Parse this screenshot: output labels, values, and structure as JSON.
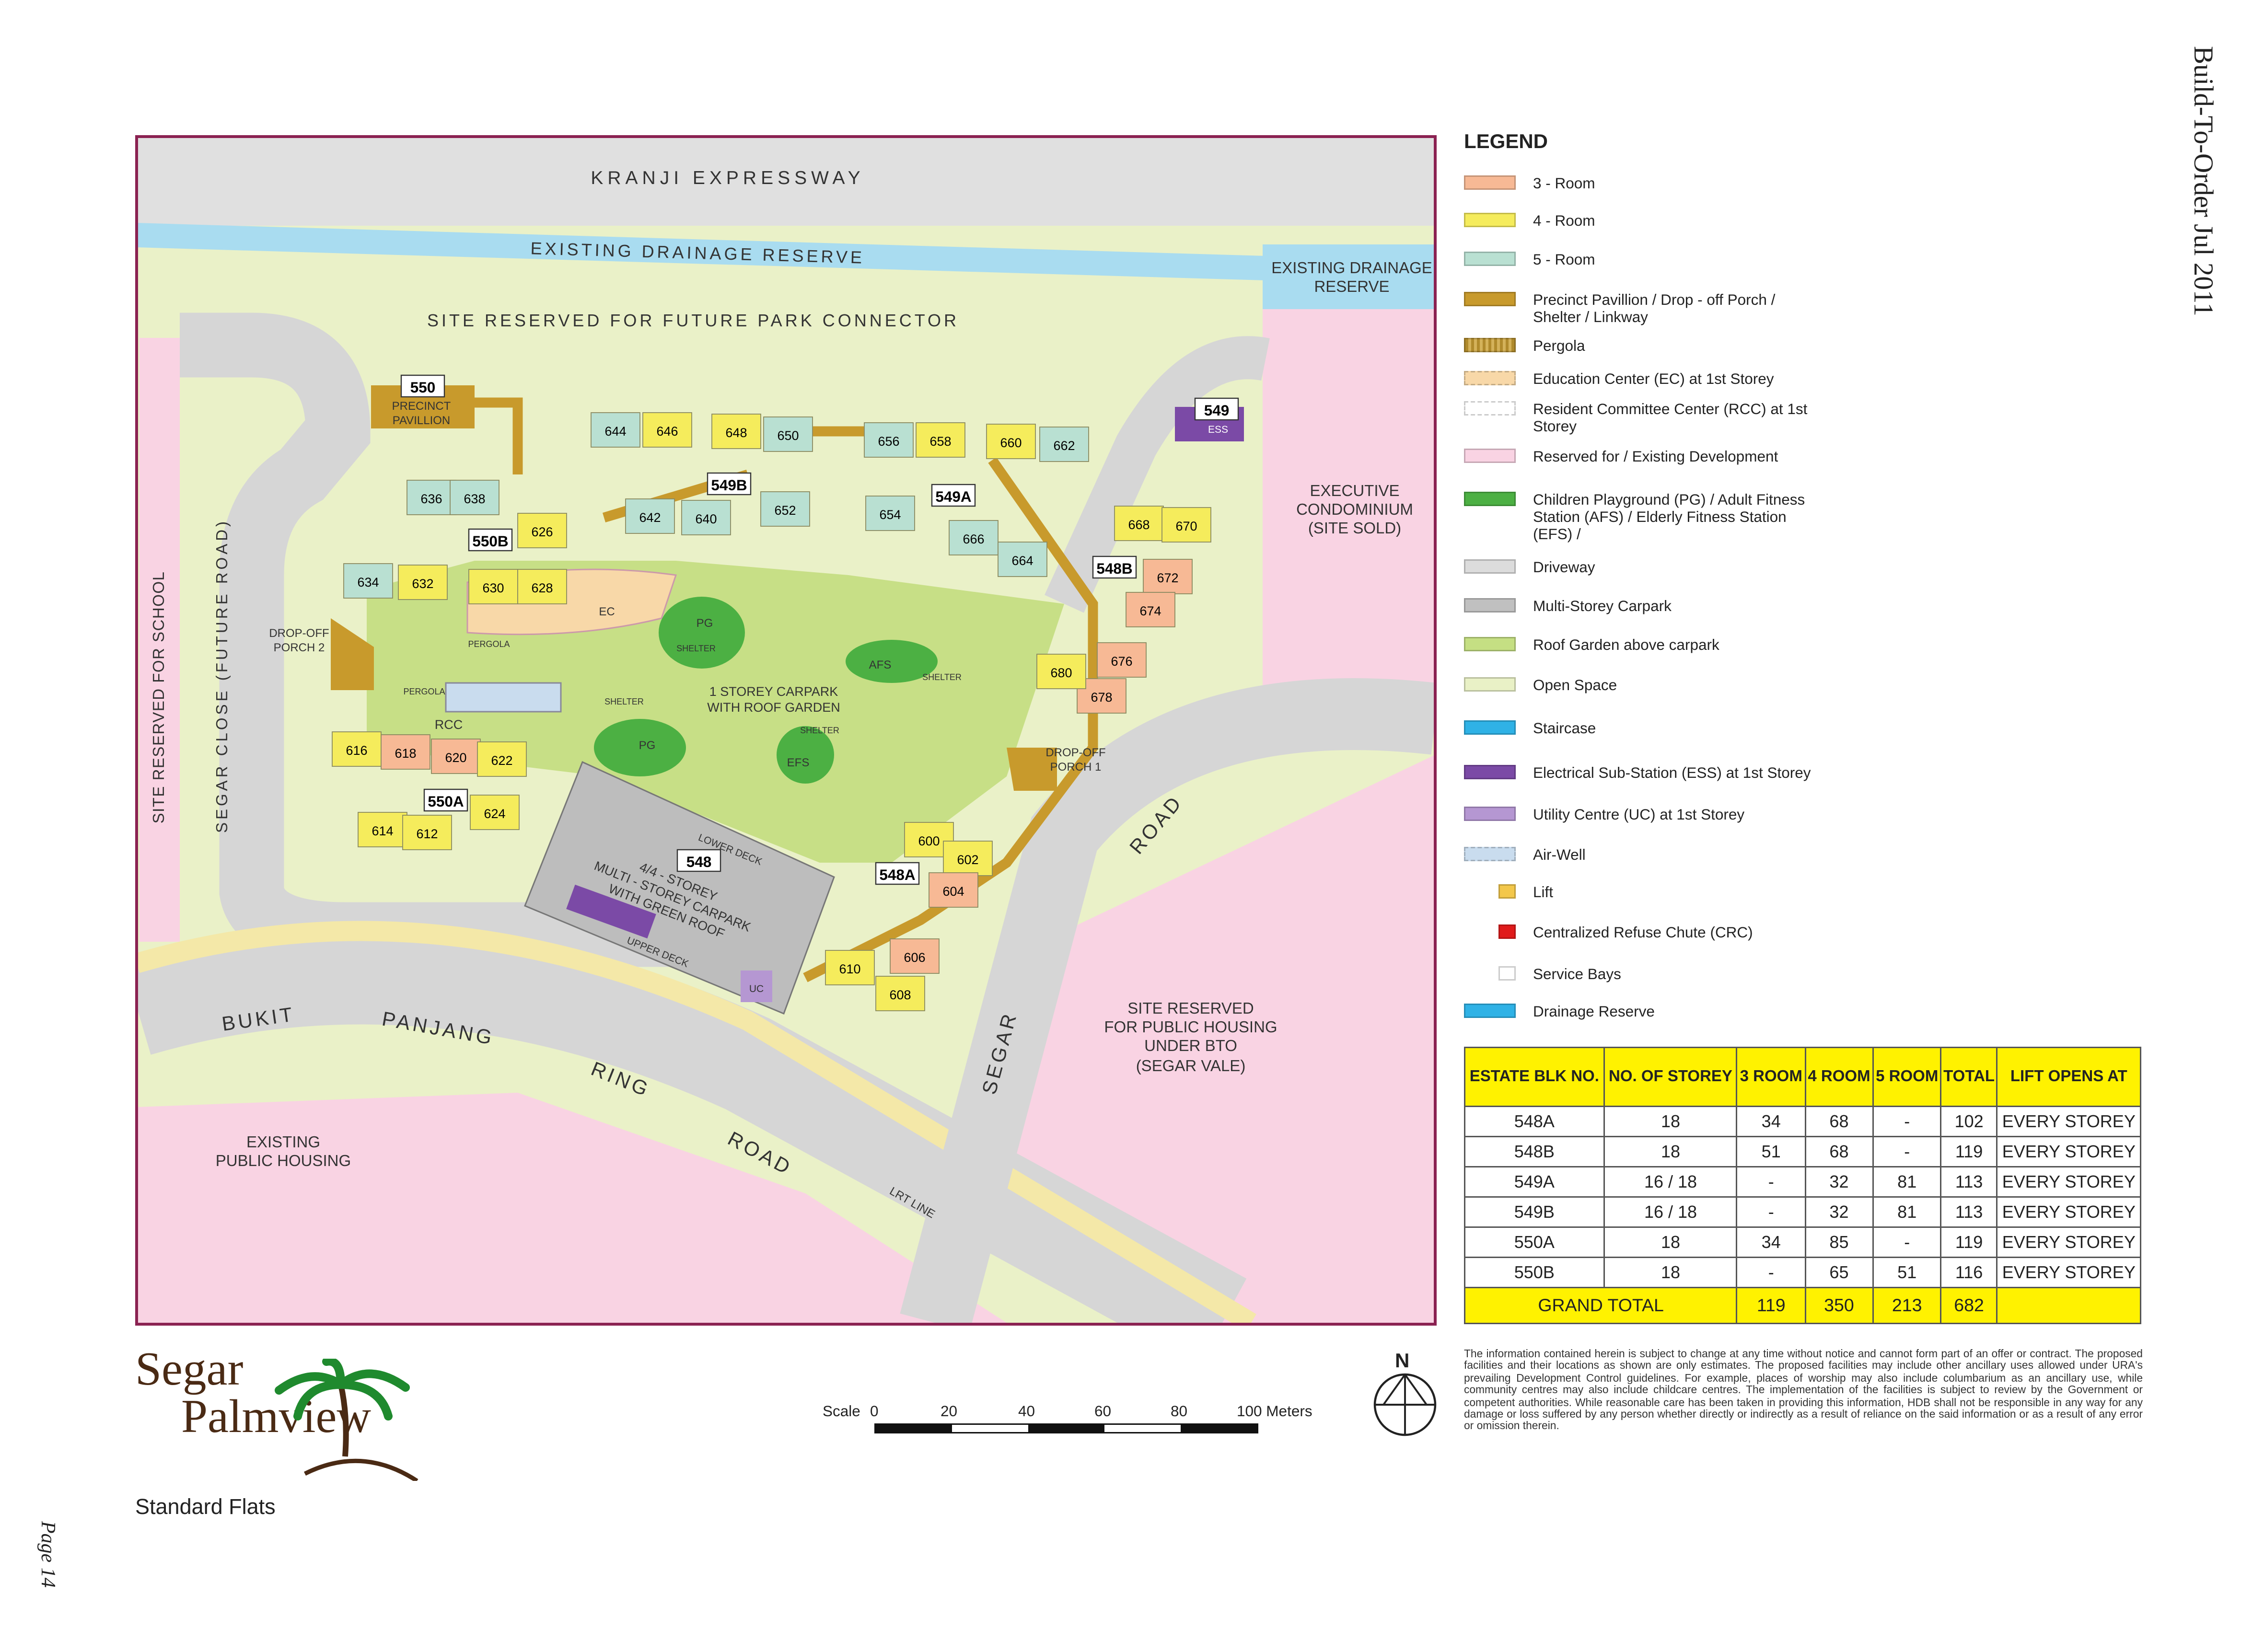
{
  "document": {
    "side_title": "Build-To-Order Jul 2011",
    "page_label": "Page 14",
    "subtitle": "Standard Flats"
  },
  "logo": {
    "line1": "Segar",
    "line2": "Palmview"
  },
  "map": {
    "labels": {
      "expressway": "KRANJI  EXPRESSWAY",
      "drainage": "EXISTING  DRAINAGE  RESERVE",
      "drainage_box": [
        "EXISTING DRAINAGE",
        "RESERVE"
      ],
      "park_connector": "SITE  RESERVED  FOR  FUTURE  PARK  CONNECTOR",
      "school": "SITE RESERVED FOR SCHOOL",
      "segar_close": "SEGAR  CLOSE  (FUTURE  ROAD)",
      "ec": [
        "EXECUTIVE",
        "CONDOMINIUM",
        "(SITE SOLD)"
      ],
      "public_housing_bto": [
        "SITE RESERVED",
        "FOR PUBLIC HOUSING",
        "UNDER BTO",
        "(SEGAR VALE)"
      ],
      "existing_public_housing": [
        "EXISTING",
        "PUBLIC HOUSING"
      ],
      "road_bukit": "BUKIT",
      "road_panjang": "PANJANG",
      "road_ring": "RING",
      "road_road": "ROAD",
      "segar_road_1": "ROAD",
      "segar_road_2": "SEGAR",
      "lrt": "LRT LINE",
      "carpark_center": [
        "1 STOREY CARPARK",
        "WITH ROOF GARDEN"
      ],
      "mscp": [
        "4/4 - STOREY",
        "MULTI - STOREY CARPARK",
        "WITH GREEN ROOF"
      ],
      "lower_deck": "LOWER DECK",
      "upper_deck": "UPPER DECK",
      "precinct": [
        "PRECINCT",
        "PAVILLION"
      ],
      "dropoff1": [
        "DROP-OFF",
        "PORCH 1"
      ],
      "dropoff2": [
        "DROP-OFF",
        "PORCH 2"
      ],
      "pg": "PG",
      "afs": "AFS",
      "efs": "EFS",
      "ec_short": "EC",
      "rcc": "RCC",
      "shelter": "SHELTER",
      "pergola": "PERGOLA",
      "ess": "ESS",
      "uc": "UC"
    },
    "block_tags": [
      "550",
      "549B",
      "549A",
      "550B",
      "548B",
      "550A",
      "548A",
      "548",
      "549"
    ],
    "blocks": [
      "644",
      "646",
      "648",
      "650",
      "656",
      "658",
      "660",
      "662",
      "636",
      "638",
      "642",
      "640",
      "652",
      "654",
      "626",
      "634",
      "632",
      "630",
      "628",
      "666",
      "664",
      "668",
      "670",
      "672",
      "674",
      "676",
      "678",
      "680",
      "616",
      "618",
      "620",
      "622",
      "614",
      "612",
      "624",
      "600",
      "602",
      "604",
      "606",
      "608",
      "610"
    ]
  },
  "legend": {
    "title": "LEGEND",
    "items": [
      {
        "label": "3 - Room",
        "color": "#f7b995"
      },
      {
        "label": "4 - Room",
        "color": "#f5ec5c"
      },
      {
        "label": "5 - Room",
        "color": "#b9e0d2"
      },
      {
        "label": "Precinct Pavillion / Drop - off Porch / Shelter / Linkway",
        "color": "#c89a2c"
      },
      {
        "label": "Pergola",
        "color": "#b08a2c"
      },
      {
        "label": "Education Center (EC) at 1st Storey",
        "color": "#f8d8a8"
      },
      {
        "label": "Resident Committee Center (RCC) at 1st Storey",
        "color": "#ffffff"
      },
      {
        "label": "Reserved for / Existing Development",
        "color": "#f9d3e3"
      },
      {
        "label": "Children Playground (PG) / Adult Fitness Station (AFS) / Elderly Fitness Station (EFS) /",
        "color": "#4cb043"
      },
      {
        "label": "Driveway",
        "color": "#dcdcdc"
      },
      {
        "label": "Multi-Storey Carpark",
        "color": "#c0c0c0"
      },
      {
        "label": "Roof Garden above carpark",
        "color": "#c5df83"
      },
      {
        "label": "Open Space",
        "color": "#e9f1c6"
      },
      {
        "label": "Staircase",
        "color": "#2fb2e6"
      },
      {
        "label": "Electrical Sub-Station (ESS) at 1st Storey",
        "color": "#7b4aa6"
      },
      {
        "label": "Utility Centre (UC) at 1st Storey",
        "color": "#b597d2"
      },
      {
        "label": "Air-Well",
        "color": "#c9dcee"
      },
      {
        "label": "Lift",
        "color": "#f3c74a"
      },
      {
        "label": "Centralized Refuse Chute (CRC)",
        "color": "#e01b1b"
      },
      {
        "label": "Service Bays",
        "color": "#ffffff"
      },
      {
        "label": "Drainage Reserve",
        "color": "#2fb2e6"
      }
    ]
  },
  "unit_table": {
    "headers": [
      "ESTATE BLK NO.",
      "NO. OF STOREY",
      "3 ROOM",
      "4 ROOM",
      "5 ROOM",
      "TOTAL",
      "LIFT OPENS AT"
    ],
    "rows": [
      [
        "548A",
        "18",
        "34",
        "68",
        "-",
        "102",
        "EVERY STOREY"
      ],
      [
        "548B",
        "18",
        "51",
        "68",
        "-",
        "119",
        "EVERY STOREY"
      ],
      [
        "549A",
        "16 / 18",
        "-",
        "32",
        "81",
        "113",
        "EVERY STOREY"
      ],
      [
        "549B",
        "16 / 18",
        "-",
        "32",
        "81",
        "113",
        "EVERY STOREY"
      ],
      [
        "550A",
        "18",
        "34",
        "85",
        "-",
        "119",
        "EVERY STOREY"
      ],
      [
        "550B",
        "18",
        "-",
        "65",
        "51",
        "116",
        "EVERY STOREY"
      ]
    ],
    "total": [
      "GRAND TOTAL",
      "119",
      "350",
      "213",
      "682",
      ""
    ]
  },
  "scale_bar": {
    "label": "Scale",
    "ticks": [
      "0",
      "20",
      "40",
      "60",
      "80",
      "100 Meters"
    ]
  },
  "north": "N",
  "disclaimer": "The information contained herein is subject to change at any time without notice and cannot form part of an offer or contract. The proposed facilities and their locations as shown are only estimates. The proposed facilities may include other ancillary uses allowed under URA's prevailing Development Control guidelines. For example, places of worship may also include columbarium as an ancillary use, while community centres may also include childcare centres. The implementation of the facilities is subject to review by the Government or competent authorities. While reasonable care has been taken in providing this information, HDB shall not be responsible in any way for any damage or loss suffered by any person whether directly or indirectly as a result of reliance on the said information or as a result of any error or omission therein."
}
